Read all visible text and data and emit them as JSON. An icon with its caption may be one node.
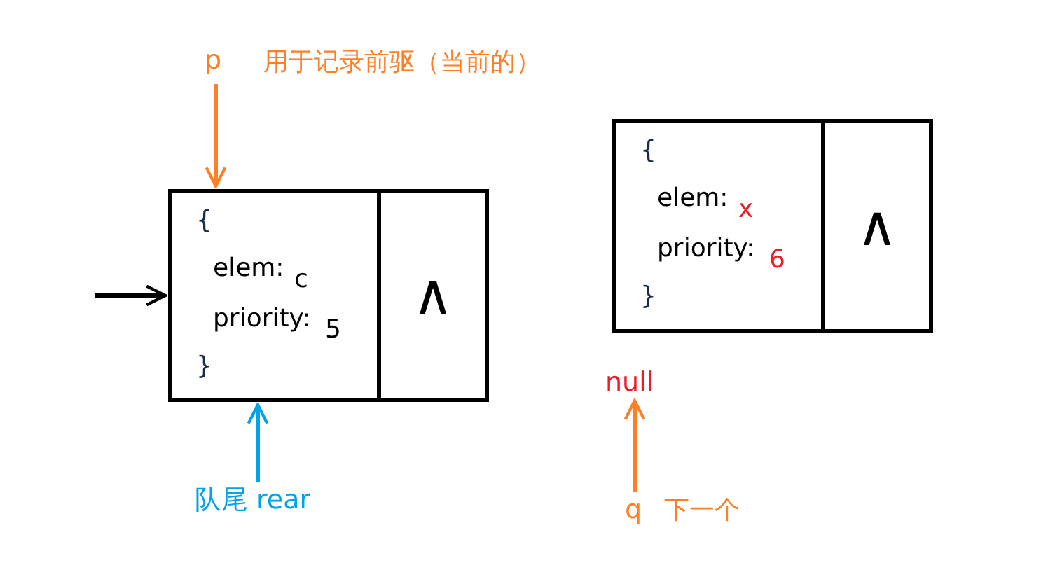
{
  "diagram": {
    "nodes": [
      {
        "text": [
          "{",
          "elem:",
          "c",
          "priority:",
          "5",
          "}"
        ]
      },
      {
        "text": [
          "∧"
        ]
      },
      {
        "text": [
          "{",
          "elem:",
          "x",
          "priority:",
          "6",
          "}"
        ]
      },
      {
        "text": [
          "∧"
        ]
      },
      {
        "text": [
          "p"
        ],
        "beside": [
          "用于记录前驱（当前的）"
        ]
      },
      {
        "text": [
          "队尾 rear"
        ]
      },
      {
        "text": [
          "null"
        ]
      },
      {
        "text": [
          "q"
        ],
        "beside": [
          "下一个"
        ]
      }
    ],
    "edges": [
      {
        "from": null,
        "to": 0,
        "arrow": "to",
        "color": "#000000"
      },
      {
        "from": 4,
        "to": 0,
        "arrow": "to",
        "color": "#ff7f27"
      },
      {
        "from": 5,
        "to": 0,
        "arrow": "to",
        "color": "#00a2e8"
      },
      {
        "from": 7,
        "to": 6,
        "arrow": "to",
        "color": "#ff7f27"
      }
    ]
  }
}
